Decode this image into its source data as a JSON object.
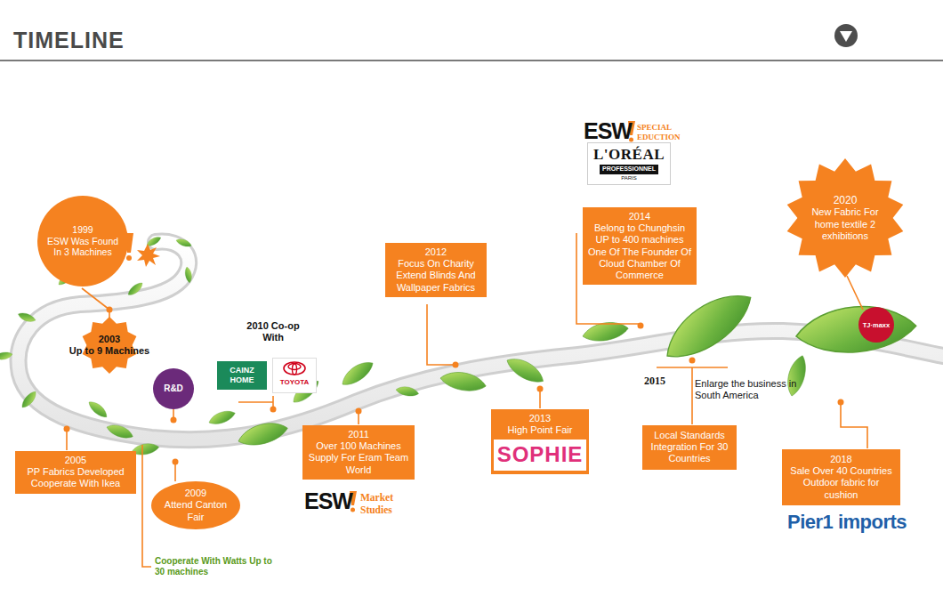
{
  "diagram": {
    "title": "TIMELINE",
    "nodes": [
      {
        "text": [
          "1999",
          "ESW Was Found In 3 Machines"
        ]
      },
      {
        "text": [
          "2003",
          "Up to 9 Machines"
        ]
      },
      {
        "text": [
          "R&D"
        ]
      },
      {
        "text": [
          "2005",
          "PP Fabrics Developed Cooperate With Ikea"
        ]
      },
      {
        "text": [
          "2009",
          "Attend Canton Fair"
        ]
      },
      {
        "text": [
          "CAINZ HOME"
        ]
      },
      {
        "text": [
          "TOYOTA"
        ]
      },
      {
        "text": [
          "2011",
          "Over 100 Machines Supply For Eram Team World"
        ]
      },
      {
        "text": [
          "2012",
          "Focus On Charity Extend Blinds And Wallpaper Fabrics"
        ]
      },
      {
        "text": [
          "2013",
          "High Point Fair"
        ]
      },
      {
        "text": [
          "SOPHIE"
        ],
        "in": 9
      },
      {
        "text": [
          "L'ORÉAL",
          "PROFESSIONNEL",
          "PARIS"
        ]
      },
      {
        "text": [
          "2014",
          "Belong to Chunghsin UP to 400 machines One Of The Founder Of Cloud Chamber Of Commerce"
        ]
      },
      {
        "text": [
          "Local Standards Integration For 30 Countries"
        ]
      },
      {
        "text": [
          "2018",
          "Sale Over 40 Countries Outdoor fabric for cushion"
        ]
      },
      {
        "text": [
          "2020",
          "New Fabric For home textile 2 exhibitions"
        ]
      },
      {
        "text": [
          "TJ·maxx"
        ]
      }
    ],
    "labels": [
      "2010 Co-op With",
      "Cooperate With Watts Up to 30 machines",
      "ESW",
      "Market Studies",
      "ESW",
      "SPECIAL EDUCTION",
      "2015",
      "Enlarge the business in South America",
      "Pier1 imports"
    ]
  }
}
